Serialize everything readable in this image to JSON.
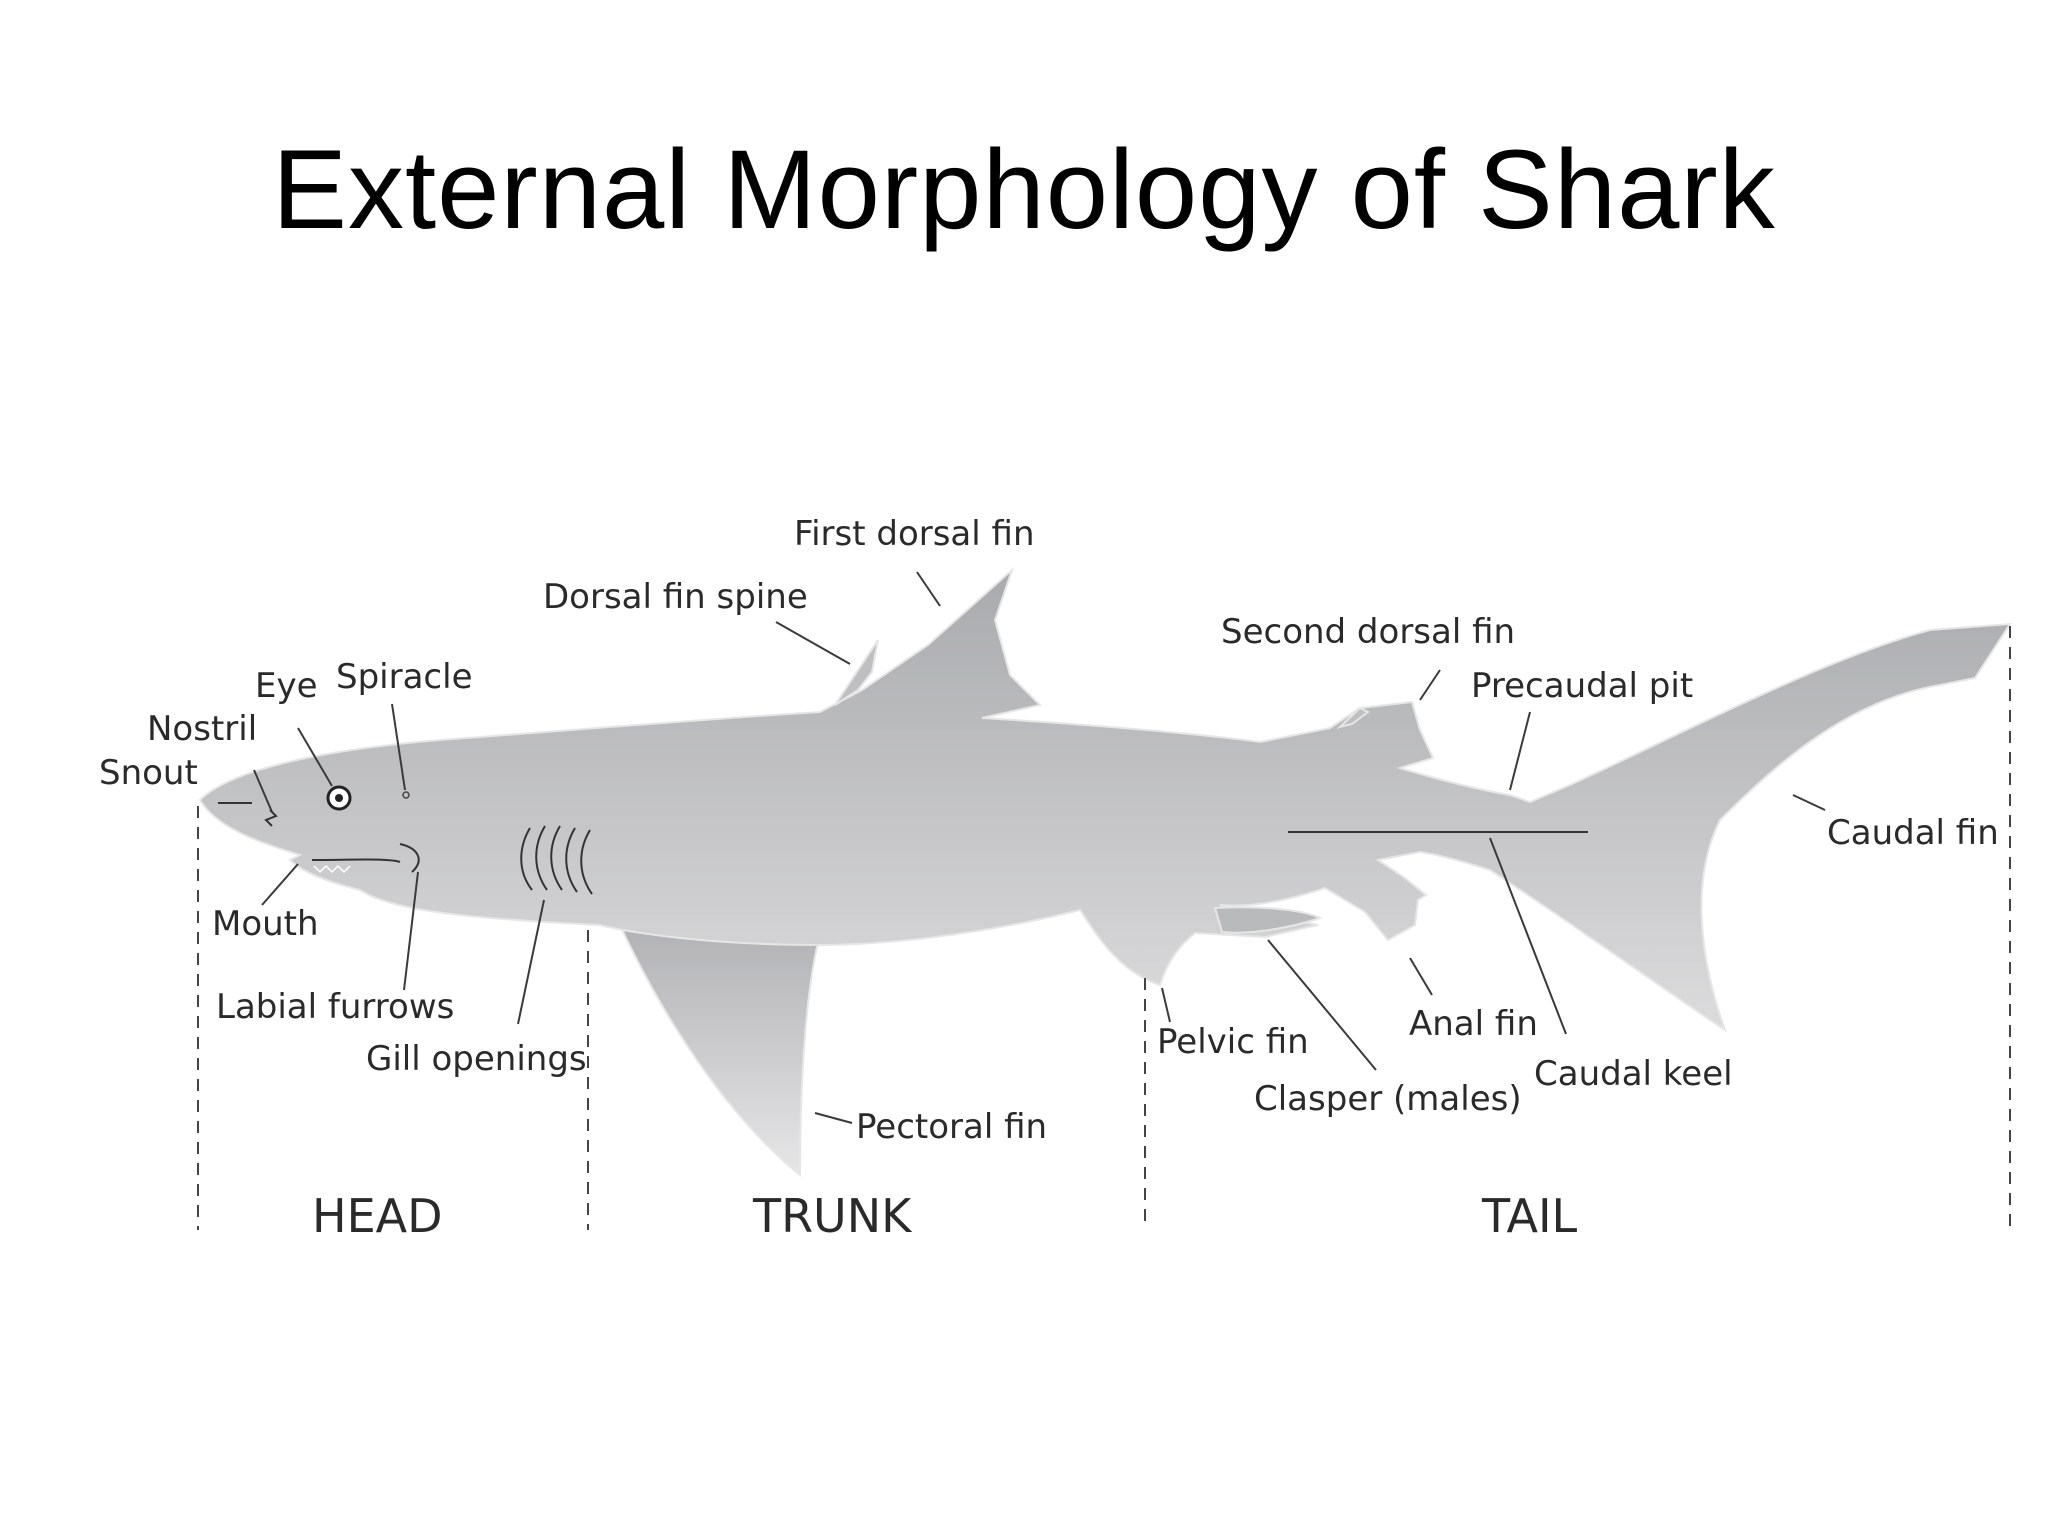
{
  "slide": {
    "title": "External Morphology of Shark"
  },
  "labels": {
    "first_dorsal_fin": "First dorsal fin",
    "dorsal_fin_spine": "Dorsal fin spine",
    "second_dorsal_fin": "Second dorsal fin",
    "precaudal_pit": "Precaudal pit",
    "eye": "Eye",
    "spiracle": "Spiracle",
    "nostril": "Nostril",
    "snout": "Snout",
    "caudal_fin": "Caudal fin",
    "mouth": "Mouth",
    "labial_furrows": "Labial furrows",
    "gill_openings": "Gill openings",
    "pectoral_fin": "Pectoral fin",
    "pelvic_fin": "Pelvic fin",
    "clasper": "Clasper (males)",
    "anal_fin": "Anal fin",
    "caudal_keel": "Caudal keel"
  },
  "regions": {
    "head": "HEAD",
    "trunk": "TRUNK",
    "tail": "TAIL"
  },
  "colors": {
    "body_fill_top": "#a9aaad",
    "body_fill_bottom": "#dadadb",
    "text": "#2a2a2a",
    "title": "#000000"
  }
}
